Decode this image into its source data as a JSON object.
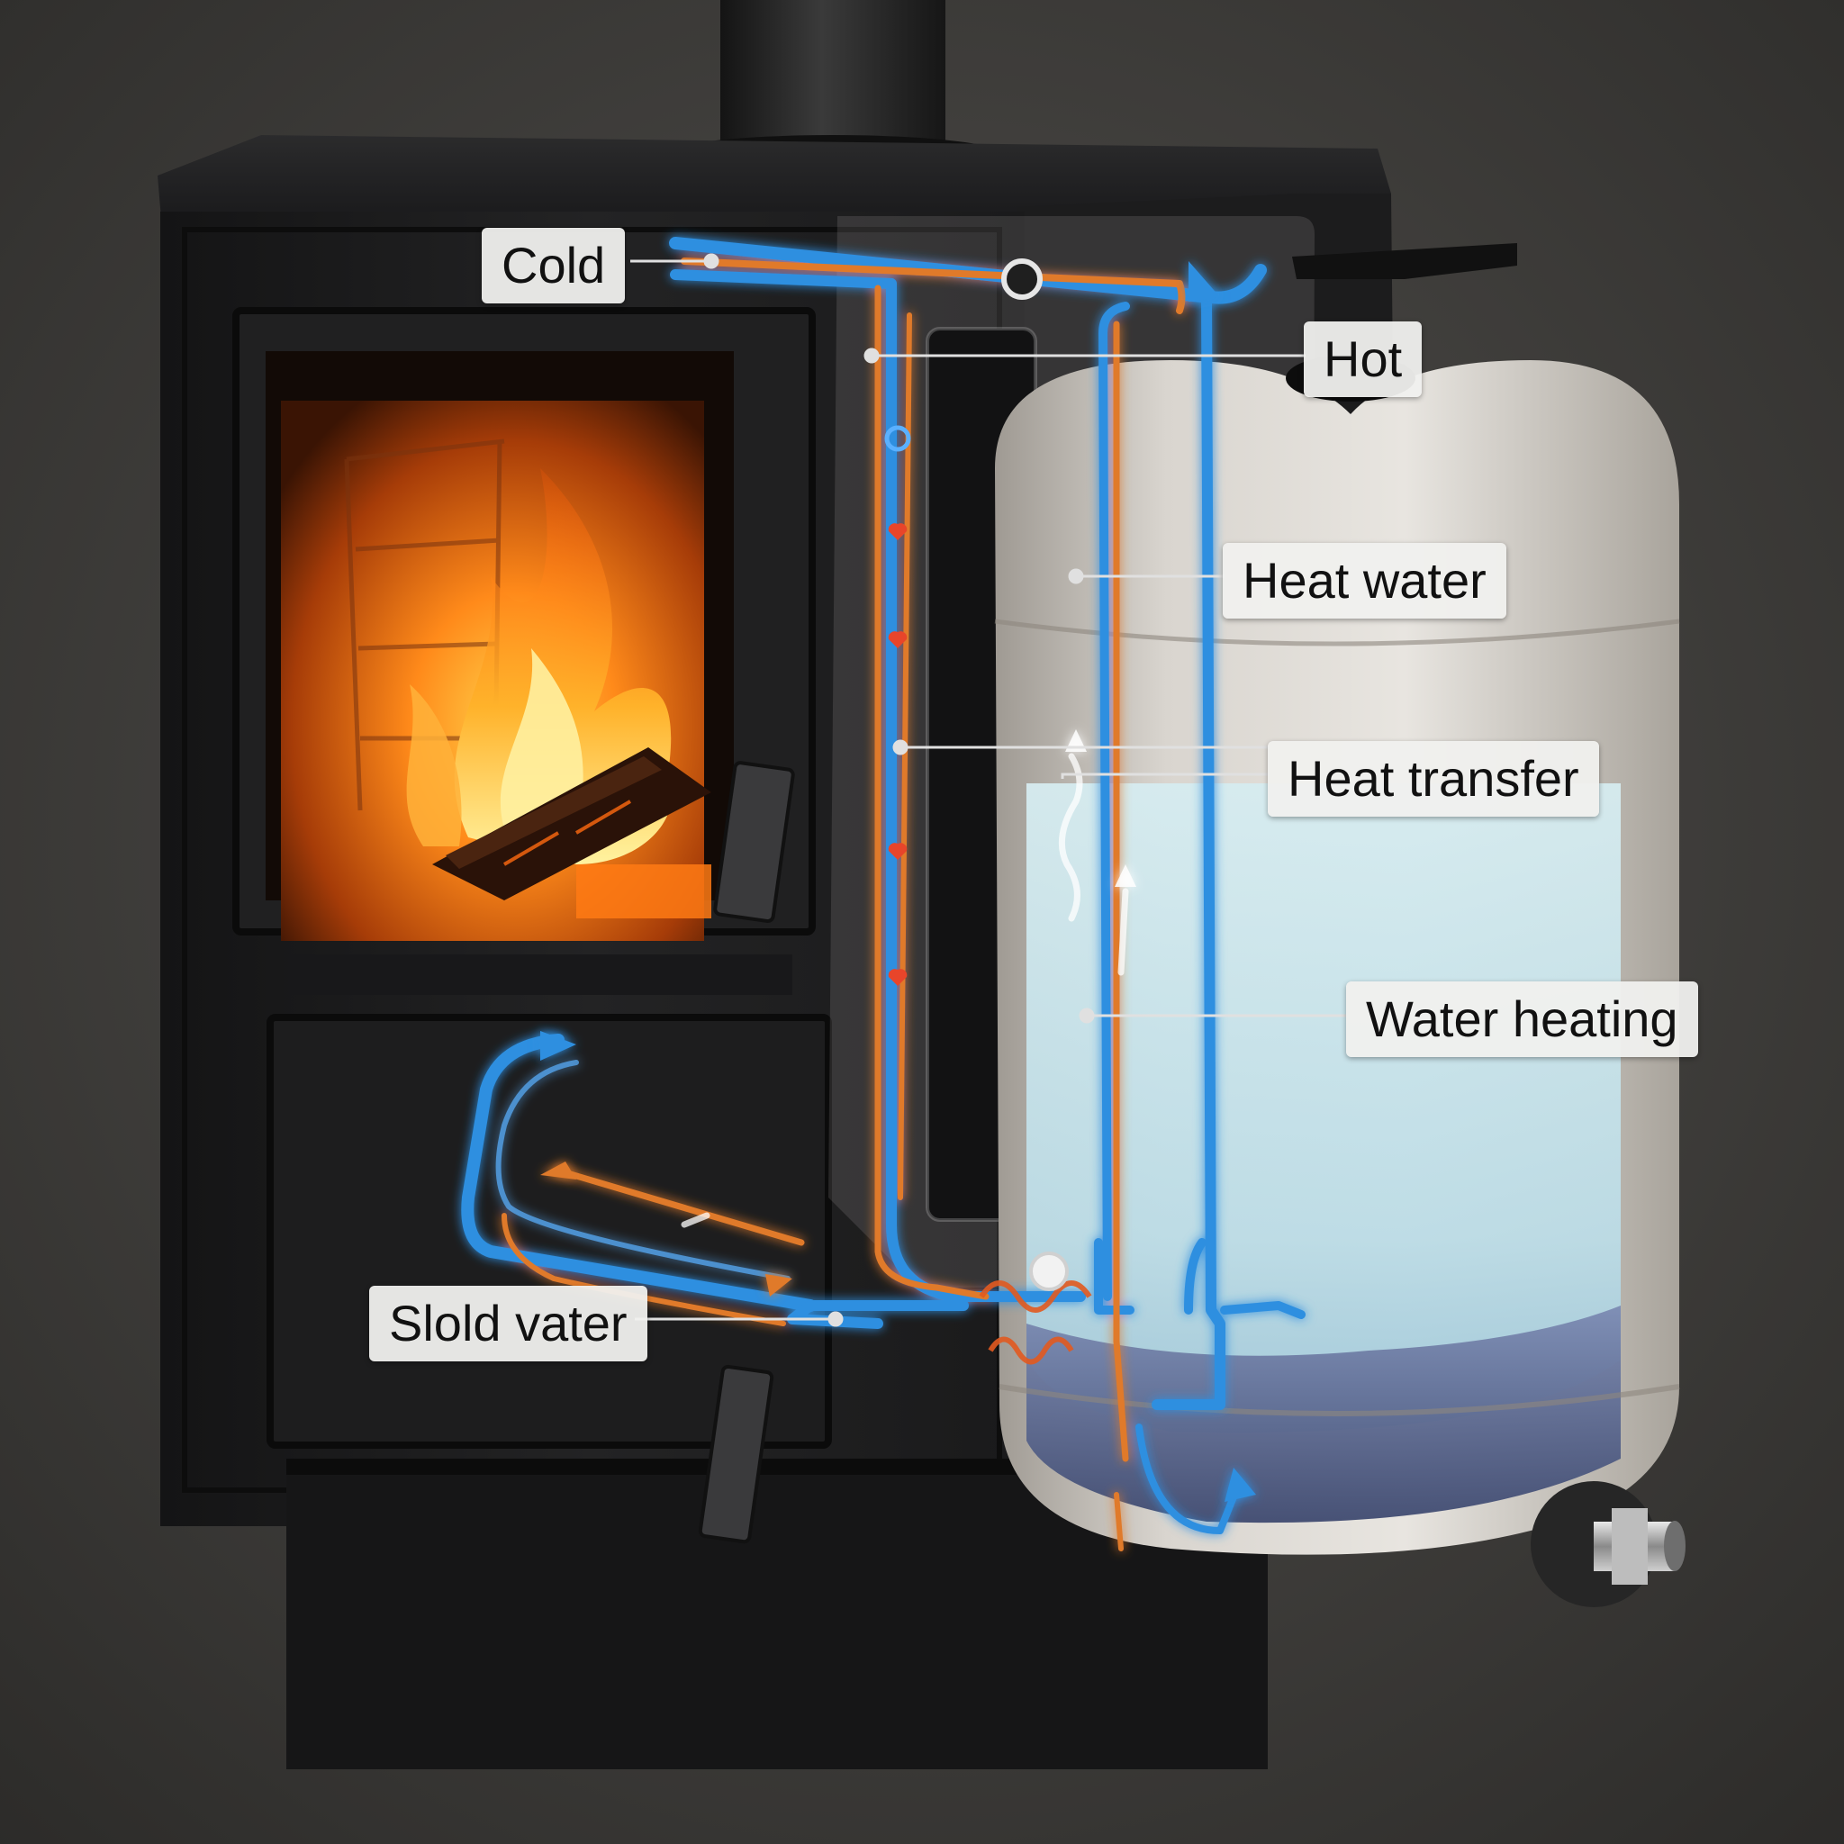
{
  "labels": {
    "cold": "Cold",
    "hot": "Hot",
    "heat_water": "Heat water",
    "heat_transfer": "Heat transfer",
    "water_heating": "Water heating",
    "slold_vater": "Slold vater"
  },
  "colors": {
    "background": "#3a3836",
    "stove_body": "#1e1e1f",
    "flame": "#ff9a1f",
    "tank_shell": "#d6d2cc",
    "water": "#c6e1e8",
    "cold_pipe": "#2f8fe0",
    "hot_pipe": "#e07a2a",
    "sediment": "#5d6a92"
  },
  "icons": [
    "fire-icon",
    "firewood-icon",
    "flow-arrow-icon",
    "heart-marker-icon"
  ]
}
